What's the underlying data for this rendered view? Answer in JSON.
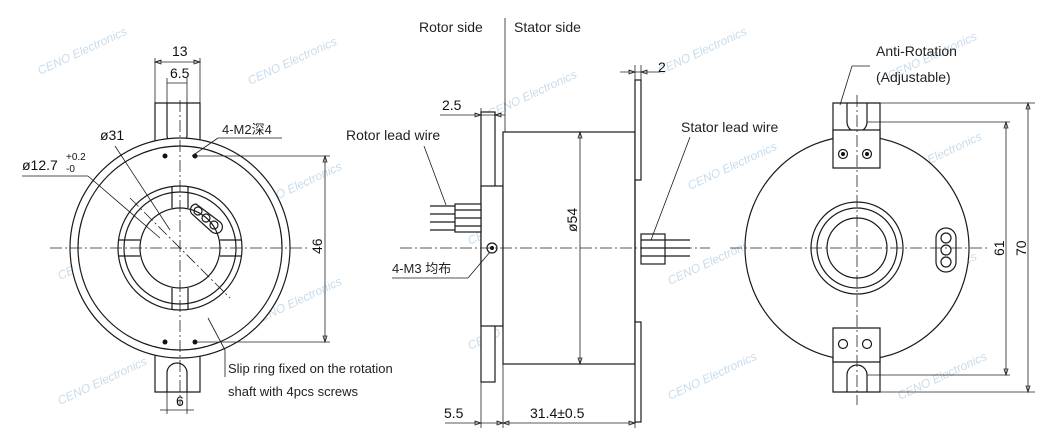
{
  "labels": {
    "rotor_side": "Rotor side",
    "stator_side": "Stator side",
    "rotor_lead_wire": "Rotor lead wire",
    "stator_lead_wire": "Stator lead wire",
    "anti_rotation_1": "Anti-Rotation",
    "anti_rotation_2": "(Adjustable)",
    "note_line1": "Slip ring fixed on the rotation",
    "note_line2": "shaft with 4pcs screws",
    "screw_rotor": "4-M2深4",
    "screw_stator": "4-M3 均布"
  },
  "dimensions": {
    "width_13": "13",
    "width_6_5": "6.5",
    "dia_31": "ø31",
    "dia_12_7": "ø12.7",
    "tol_plus": "+0.2",
    "tol_minus": "-0",
    "height_46": "46",
    "slot_6": "6",
    "flange_2_5": "2.5",
    "flange_2": "2",
    "dia_54": "ø54",
    "gap_5_5": "5.5",
    "length_31_4": "31.4±0.5",
    "height_61": "61",
    "height_70": "70"
  },
  "watermark": "CENO Electronics"
}
